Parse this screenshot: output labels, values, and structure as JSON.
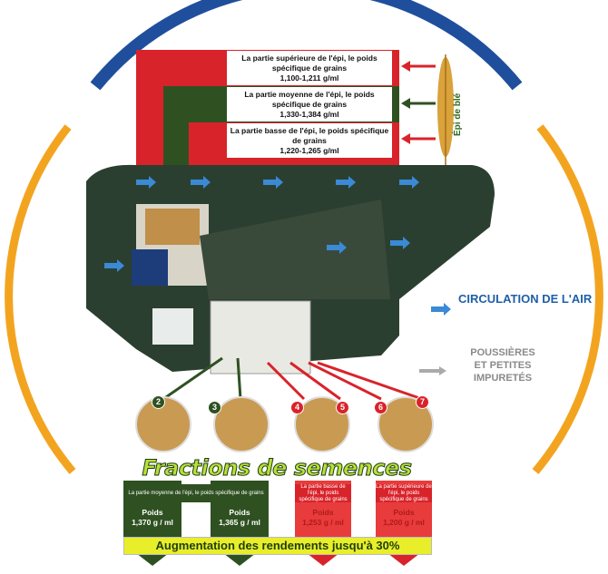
{
  "ear_sections": [
    {
      "text": "La partie supérieure de l'épi, le poids spécifique de grains",
      "value": "1,100-1,211 g/ml",
      "color": "#d9232a"
    },
    {
      "text": "La partie moyenne de l'épi, le poids spécifique de grains",
      "value": "1,330-1,384 g/ml",
      "color": "#2f5122"
    },
    {
      "text": "La partie basse de l'épi, le poids spécifique de grains",
      "value": "1,220-1,265 g/ml",
      "color": "#d9232a"
    }
  ],
  "ear_label": "Épi de blé",
  "legend": {
    "air": "CIRCULATION DE L'AIR",
    "dust": "POUSSIÈRES ET PETITES IMPURETÉS"
  },
  "outlet_numbers": [
    "2",
    "3",
    "4",
    "5",
    "6",
    "7"
  ],
  "title": "Fractions de semences",
  "fractions": [
    {
      "desc": "La partie moyenne de l'épi, le poids spécifique de grains",
      "weight_label": "Poids",
      "weight": "1,370 g / ml"
    },
    {
      "desc": "",
      "weight_label": "Poids",
      "weight": "1,365 g / ml"
    },
    {
      "desc": "La partie basse de l'épi, le poids spécifique de grains",
      "weight_label": "Poids",
      "weight": "1,253 g / ml"
    },
    {
      "desc": "La partie supérieure de l'épi, le poids spécifique de grains",
      "weight_label": "Poids",
      "weight": "1,200 g / ml"
    }
  ],
  "banner": "Augmentation des rendements jusqu'à 30%",
  "colors": {
    "blue": "#1f4f9c",
    "orange": "#f3a41f",
    "green": "#2f5122",
    "red": "#d9232a",
    "yellow": "#e8ee2a"
  }
}
